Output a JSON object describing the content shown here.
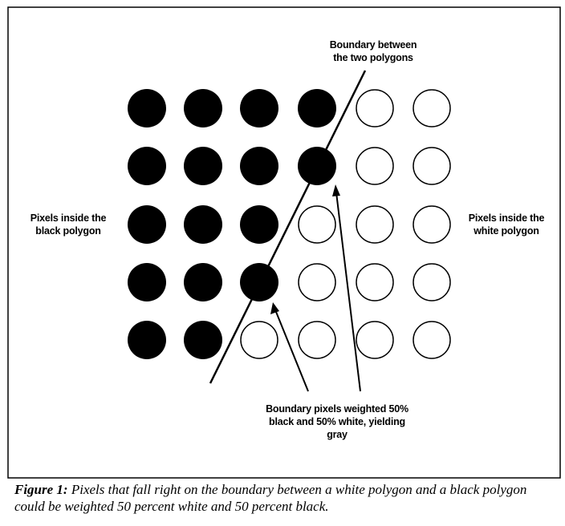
{
  "labels": {
    "boundary_line": [
      "Boundary between",
      "the two polygons"
    ],
    "black_polygon": [
      "Pixels inside the",
      "black polygon"
    ],
    "white_polygon": [
      "Pixels inside the",
      "white polygon"
    ],
    "boundary_pixels": [
      "Boundary pixels weighted 50%",
      "black and 50% white, yielding",
      "gray"
    ]
  },
  "grid": {
    "rows": [
      [
        "black",
        "black",
        "black",
        "black",
        "white",
        "white"
      ],
      [
        "black",
        "black",
        "black",
        "black",
        "white",
        "white"
      ],
      [
        "black",
        "black",
        "black",
        "white",
        "white",
        "white"
      ],
      [
        "black",
        "black",
        "black",
        "white",
        "white",
        "white"
      ],
      [
        "black",
        "black",
        "white",
        "white",
        "white",
        "white"
      ]
    ]
  },
  "caption": {
    "figure_label": "Figure 1:",
    "text": " Pixels that fall right on the boundary between a white polygon and a black polygon could be weighted 50 percent white and 50 percent black."
  },
  "colors": {
    "ink": "#000000",
    "paper": "#ffffff"
  }
}
